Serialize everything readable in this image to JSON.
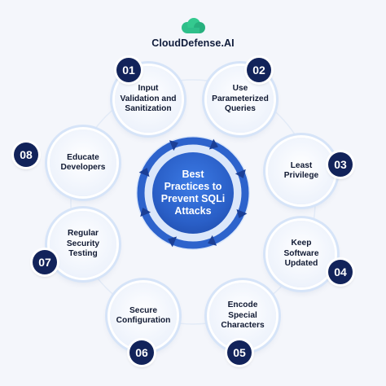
{
  "brand": {
    "name": "CloudDefense.AI",
    "logo": "cloud-icon"
  },
  "center": {
    "title": "Best Practices to Prevent SQLi Attacks"
  },
  "colors": {
    "navy": "#12235a",
    "ring_blue": "#2d63cc",
    "light_ring": "#d6e4f8",
    "accent_green": "#2fbf8a"
  },
  "practices": [
    {
      "number": "01",
      "label": "Input Validation and Sanitization"
    },
    {
      "number": "02",
      "label": "Use Parameterized Queries"
    },
    {
      "number": "03",
      "label": "Least Privilege"
    },
    {
      "number": "04",
      "label": "Keep Software Updated"
    },
    {
      "number": "05",
      "label": "Encode Special Characters"
    },
    {
      "number": "06",
      "label": "Secure Configuration"
    },
    {
      "number": "07",
      "label": "Regular Security Testing"
    },
    {
      "number": "08",
      "label": "Educate Developers"
    }
  ]
}
